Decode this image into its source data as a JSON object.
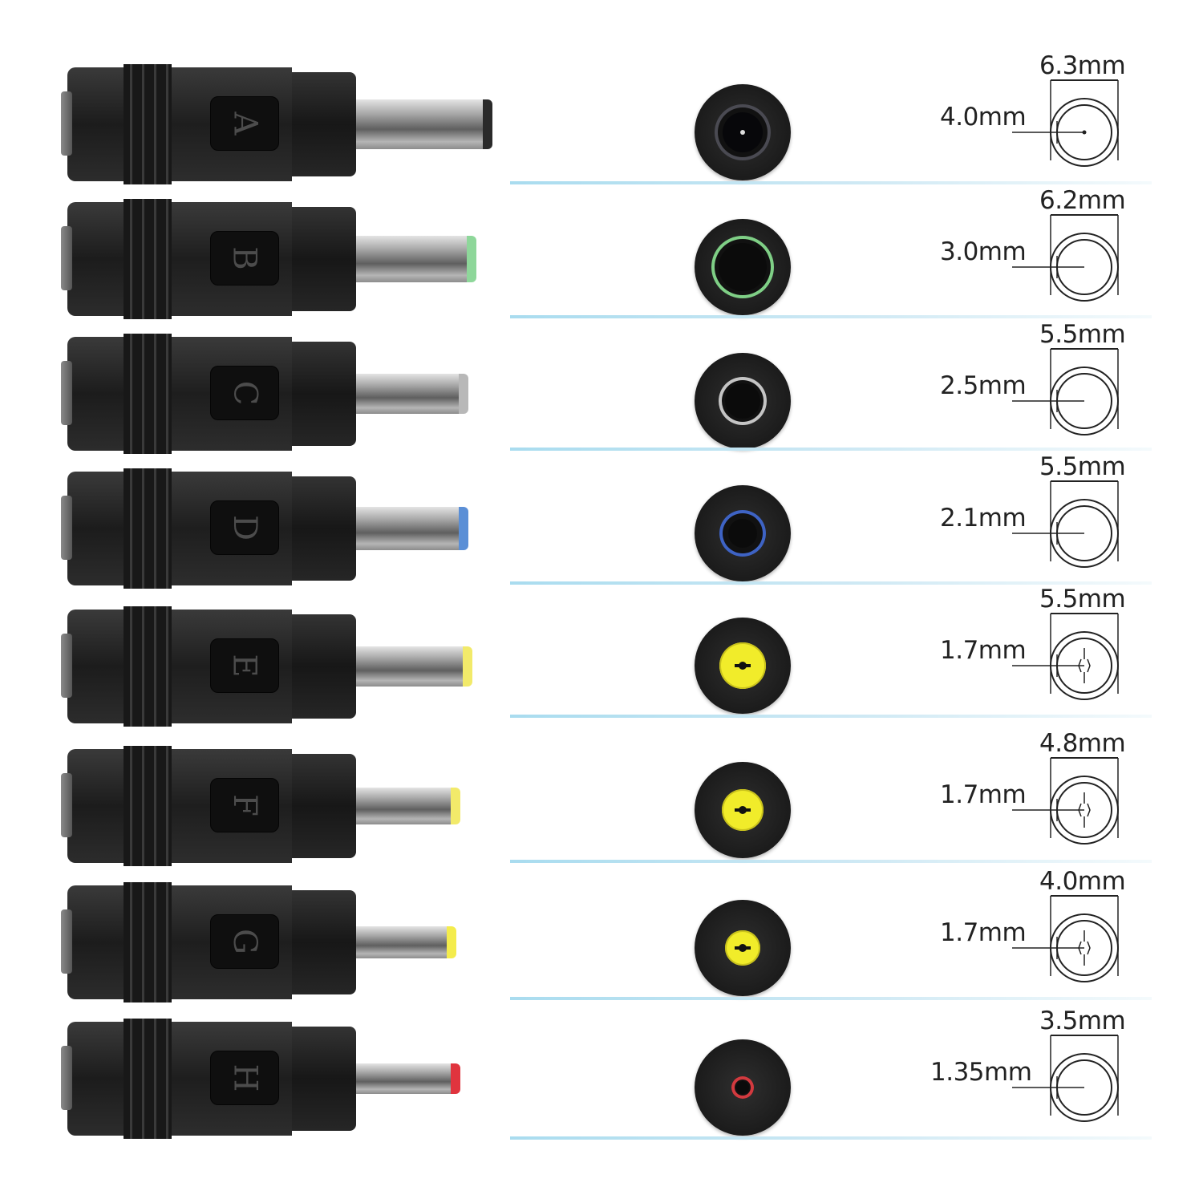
{
  "adapters": [
    {
      "letter": "A",
      "outer": "6.3mm",
      "inner": "4.0mm",
      "tip_color": "#2a2a2a",
      "ring_color": "#4a4a52",
      "center": "pin"
    },
    {
      "letter": "B",
      "outer": "6.2mm",
      "inner": "3.0mm",
      "tip_color": "#8ed79a",
      "ring_color": "#7fcf86",
      "center": "hole"
    },
    {
      "letter": "C",
      "outer": "5.5mm",
      "inner": "2.5mm",
      "tip_color": "#b8b8b8",
      "ring_color": "#c4c4c4",
      "center": "hole"
    },
    {
      "letter": "D",
      "outer": "5.5mm",
      "inner": "2.1mm",
      "tip_color": "#5b8fd6",
      "ring_color": "#3e63c4",
      "center": "hole"
    },
    {
      "letter": "E",
      "outer": "5.5mm",
      "inner": "1.7mm",
      "tip_color": "#f2ea6a",
      "ring_color": "#f1ec2a",
      "center": "yellow"
    },
    {
      "letter": "F",
      "outer": "4.8mm",
      "inner": "1.7mm",
      "tip_color": "#f2ea6a",
      "ring_color": "#f1ec2a",
      "center": "yellow"
    },
    {
      "letter": "G",
      "outer": "4.0mm",
      "inner": "1.7mm",
      "tip_color": "#f4ec4c",
      "ring_color": "#f1ec2a",
      "center": "yellow"
    },
    {
      "letter": "H",
      "outer": "3.5mm",
      "inner": "1.35mm",
      "tip_color": "#e0343e",
      "ring_color": "#d23a3f",
      "center": "hole"
    }
  ]
}
